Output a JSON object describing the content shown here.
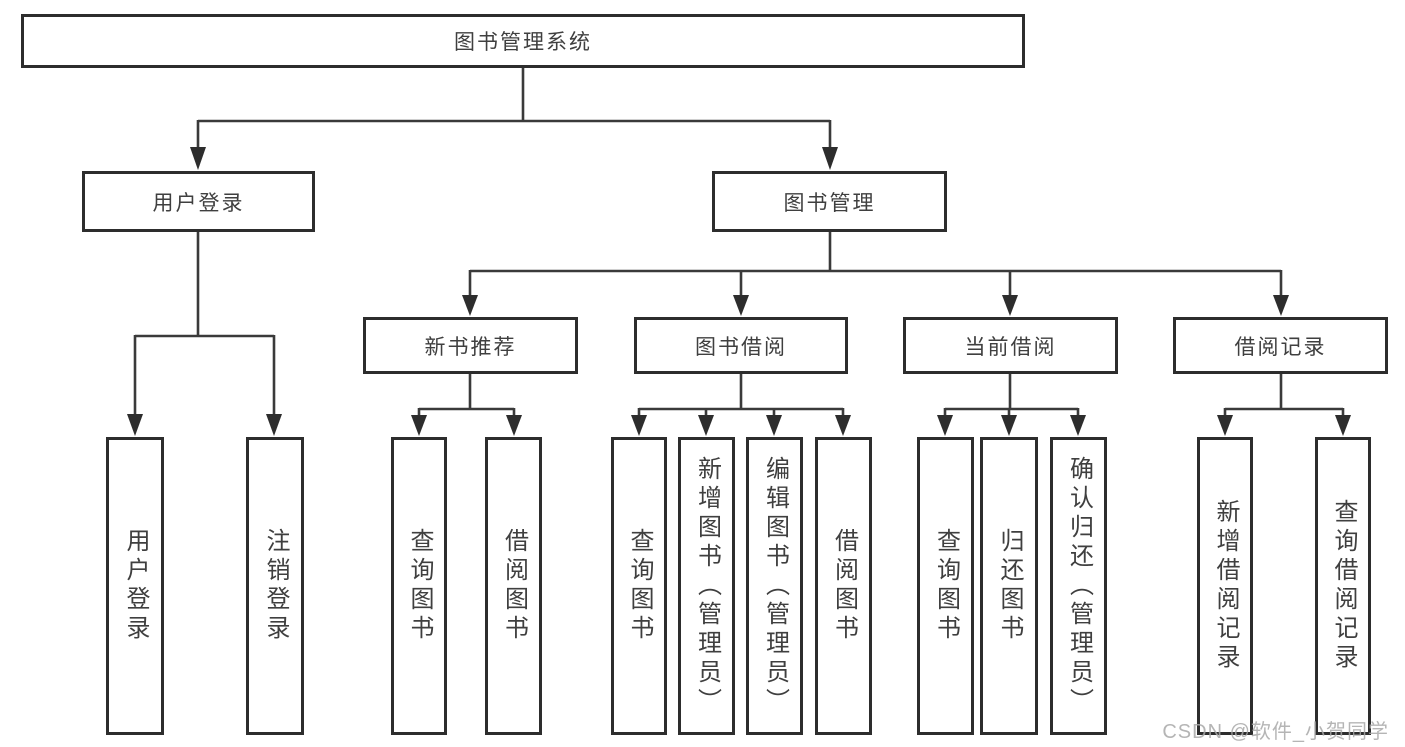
{
  "diagram": {
    "type": "hierarchy",
    "tree": {
      "root": {
        "label": "图书管理系统",
        "children": [
          {
            "label": "用户登录",
            "children": [
              {
                "label": "用户登录"
              },
              {
                "label": "注销登录"
              }
            ]
          },
          {
            "label": "图书管理",
            "children": [
              {
                "label": "新书推荐",
                "children": [
                  {
                    "label": "查询图书"
                  },
                  {
                    "label": "借阅图书"
                  }
                ]
              },
              {
                "label": "图书借阅",
                "children": [
                  {
                    "label": "查询图书"
                  },
                  {
                    "label": "新增图书（管理员）"
                  },
                  {
                    "label": "编辑图书（管理员）"
                  },
                  {
                    "label": "借阅图书"
                  }
                ]
              },
              {
                "label": "当前借阅",
                "children": [
                  {
                    "label": "查询图书"
                  },
                  {
                    "label": "归还图书"
                  },
                  {
                    "label": "确认归还（管理员）"
                  }
                ]
              },
              {
                "label": "借阅记录",
                "children": [
                  {
                    "label": "新增借阅记录"
                  },
                  {
                    "label": "查询借阅记录"
                  }
                ]
              }
            ]
          }
        ]
      }
    },
    "colors": {
      "box_border": "#2d2d2d",
      "connector_line": "#3a3a3a",
      "text": "#3f3f3f",
      "background": "#ffffff",
      "watermark": "#a8a8a8"
    }
  },
  "watermark": {
    "text": "CSDN @软件_小贺同学"
  }
}
